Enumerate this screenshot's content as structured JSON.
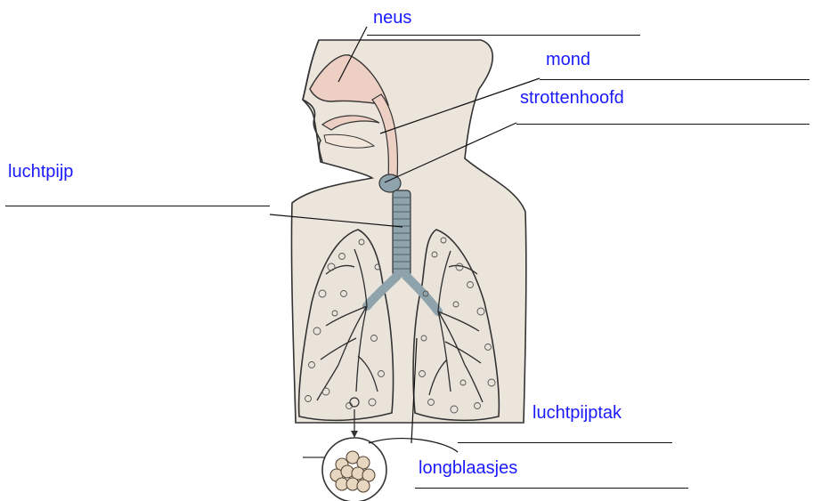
{
  "labels": {
    "neus": "neus",
    "mond": "mond",
    "strottenhoofd": "strottenhoofd",
    "luchtpijp": "luchtpijp",
    "luchtpijptak": "luchtpijptak",
    "longblaasjes": "longblaasjes"
  },
  "colors": {
    "label_text": "#1a1aff",
    "body_fill": "#ebe5dc",
    "nasal_pink": "#eecfc4",
    "trachea": "#8fa3ad",
    "outline": "#333333",
    "answer_line": "#111111"
  }
}
